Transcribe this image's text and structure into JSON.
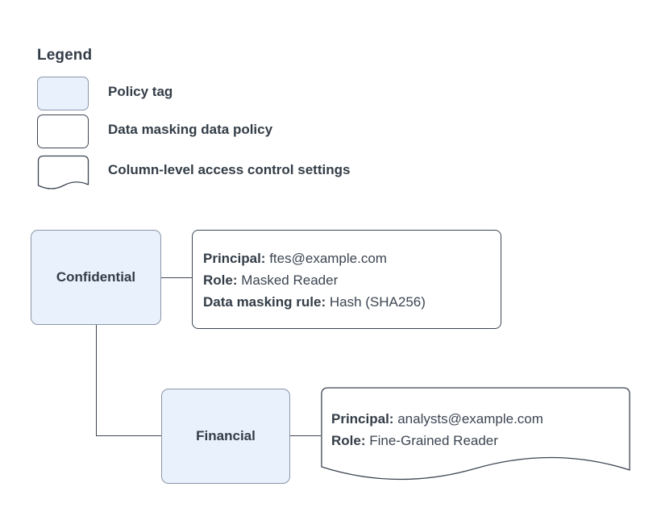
{
  "legend": {
    "title": "Legend",
    "items": [
      {
        "shape": "rounded-rect-filled",
        "label": "Policy tag"
      },
      {
        "shape": "rounded-rect",
        "label": "Data masking data policy"
      },
      {
        "shape": "wave-document",
        "label": "Column-level access control settings"
      }
    ]
  },
  "nodes": [
    {
      "id": "confidential",
      "label": "Confidential",
      "type": "policy-tag"
    },
    {
      "id": "financial",
      "label": "Financial",
      "type": "policy-tag"
    }
  ],
  "details": {
    "masking": {
      "type": "data-masking-data-policy",
      "rows": [
        {
          "key": "Principal:",
          "value": "ftes@example.com"
        },
        {
          "key": "Role:",
          "value": "Masked Reader"
        },
        {
          "key": "Data masking rule:",
          "value": "Hash (SHA256)"
        }
      ]
    },
    "column": {
      "type": "column-level-access-control-settings",
      "rows": [
        {
          "key": "Principal:",
          "value": "analysts@example.com"
        },
        {
          "key": "Role:",
          "value": "Fine-Grained Reader"
        }
      ]
    }
  },
  "colors": {
    "tag_fill": "#e9f1fd",
    "tag_border": "#8a95a8",
    "box_border": "#3d4552",
    "text": "#333d47",
    "connector": "#3d4552",
    "background": "#ffffff"
  }
}
